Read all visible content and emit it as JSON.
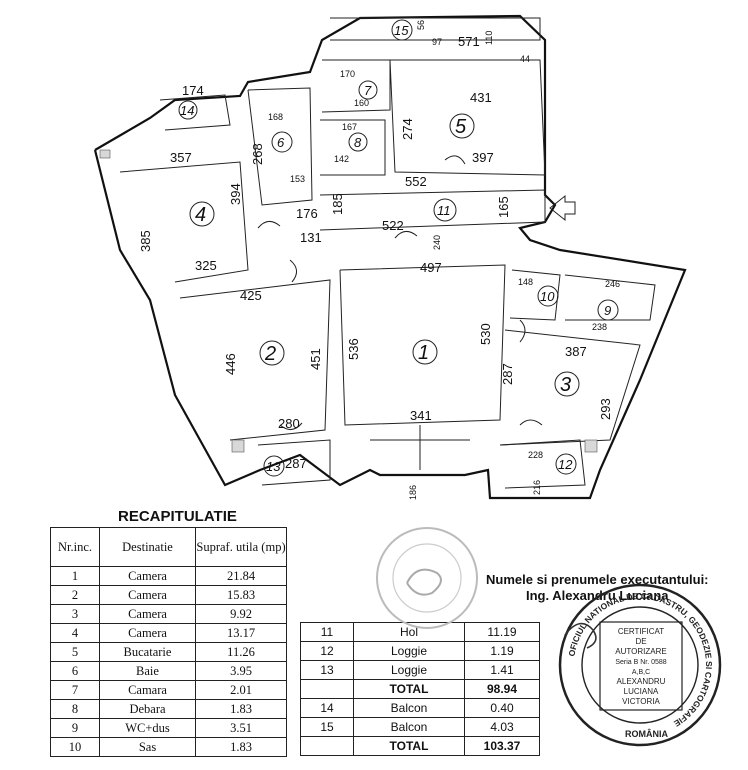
{
  "rooms": [
    {
      "id": "1",
      "label": "1"
    },
    {
      "id": "2",
      "label": "2"
    },
    {
      "id": "3",
      "label": "3"
    },
    {
      "id": "4",
      "label": "4"
    },
    {
      "id": "5",
      "label": "5"
    },
    {
      "id": "6",
      "label": "6"
    },
    {
      "id": "7",
      "label": "7"
    },
    {
      "id": "8",
      "label": "8"
    },
    {
      "id": "9",
      "label": "9"
    },
    {
      "id": "10",
      "label": "10"
    },
    {
      "id": "11",
      "label": "11"
    },
    {
      "id": "12",
      "label": "12"
    },
    {
      "id": "13",
      "label": "13"
    },
    {
      "id": "14",
      "label": "14"
    },
    {
      "id": "15",
      "label": "15"
    }
  ],
  "dimensions": [
    "174",
    "357",
    "394",
    "385",
    "325",
    "425",
    "446",
    "451",
    "536",
    "497",
    "530",
    "341",
    "387",
    "293",
    "287",
    "280",
    "287",
    "268",
    "176",
    "185",
    "131",
    "522",
    "552",
    "165",
    "431",
    "274",
    "397",
    "571",
    "168",
    "170",
    "160",
    "142",
    "153",
    "246",
    "238",
    "148",
    "228",
    "216",
    "56",
    "97",
    "110",
    "44",
    "167",
    "240",
    "186"
  ],
  "recap": {
    "title": "RECAPITULATIE",
    "headers": [
      "Nr.inc.",
      "Destinatie",
      "Supraf. utila (mp)"
    ],
    "rows": [
      [
        "1",
        "Camera",
        "21.84"
      ],
      [
        "2",
        "Camera",
        "15.83"
      ],
      [
        "3",
        "Camera",
        "9.92"
      ],
      [
        "4",
        "Camera",
        "13.17"
      ],
      [
        "5",
        "Bucatarie",
        "11.26"
      ],
      [
        "6",
        "Baie",
        "3.95"
      ],
      [
        "7",
        "Camara",
        "2.01"
      ],
      [
        "8",
        "Debara",
        "1.83"
      ],
      [
        "9",
        "WC+dus",
        "3.51"
      ],
      [
        "10",
        "Sas",
        "1.83"
      ]
    ],
    "side_rows": [
      [
        "11",
        "Hol",
        "11.19"
      ],
      [
        "12",
        "Loggie",
        "1.19"
      ],
      [
        "13",
        "Loggie",
        "1.41"
      ]
    ],
    "total1_label": "TOTAL",
    "total1_value": "98.94",
    "balcony_rows": [
      [
        "14",
        "Balcon",
        "0.40"
      ],
      [
        "15",
        "Balcon",
        "4.03"
      ]
    ],
    "total2_label": "TOTAL",
    "total2_value": "103.37"
  },
  "executor": {
    "line1": "Numele si prenumele executantului:",
    "line2": "Ing. Alexandru Luciana"
  },
  "stamp": {
    "ring": "OFICIUL NATIONAL DE CADASTRU, GEODEZIE SI CARTOGRAFIE",
    "country": "ROMÂNIA",
    "inner": [
      "CERTIFICAT",
      "DE",
      "AUTORIZARE",
      "Seria B Nr. 0588",
      "A,B,C",
      "ALEXANDRU",
      "LUCIANA",
      "VICTORIA"
    ]
  }
}
